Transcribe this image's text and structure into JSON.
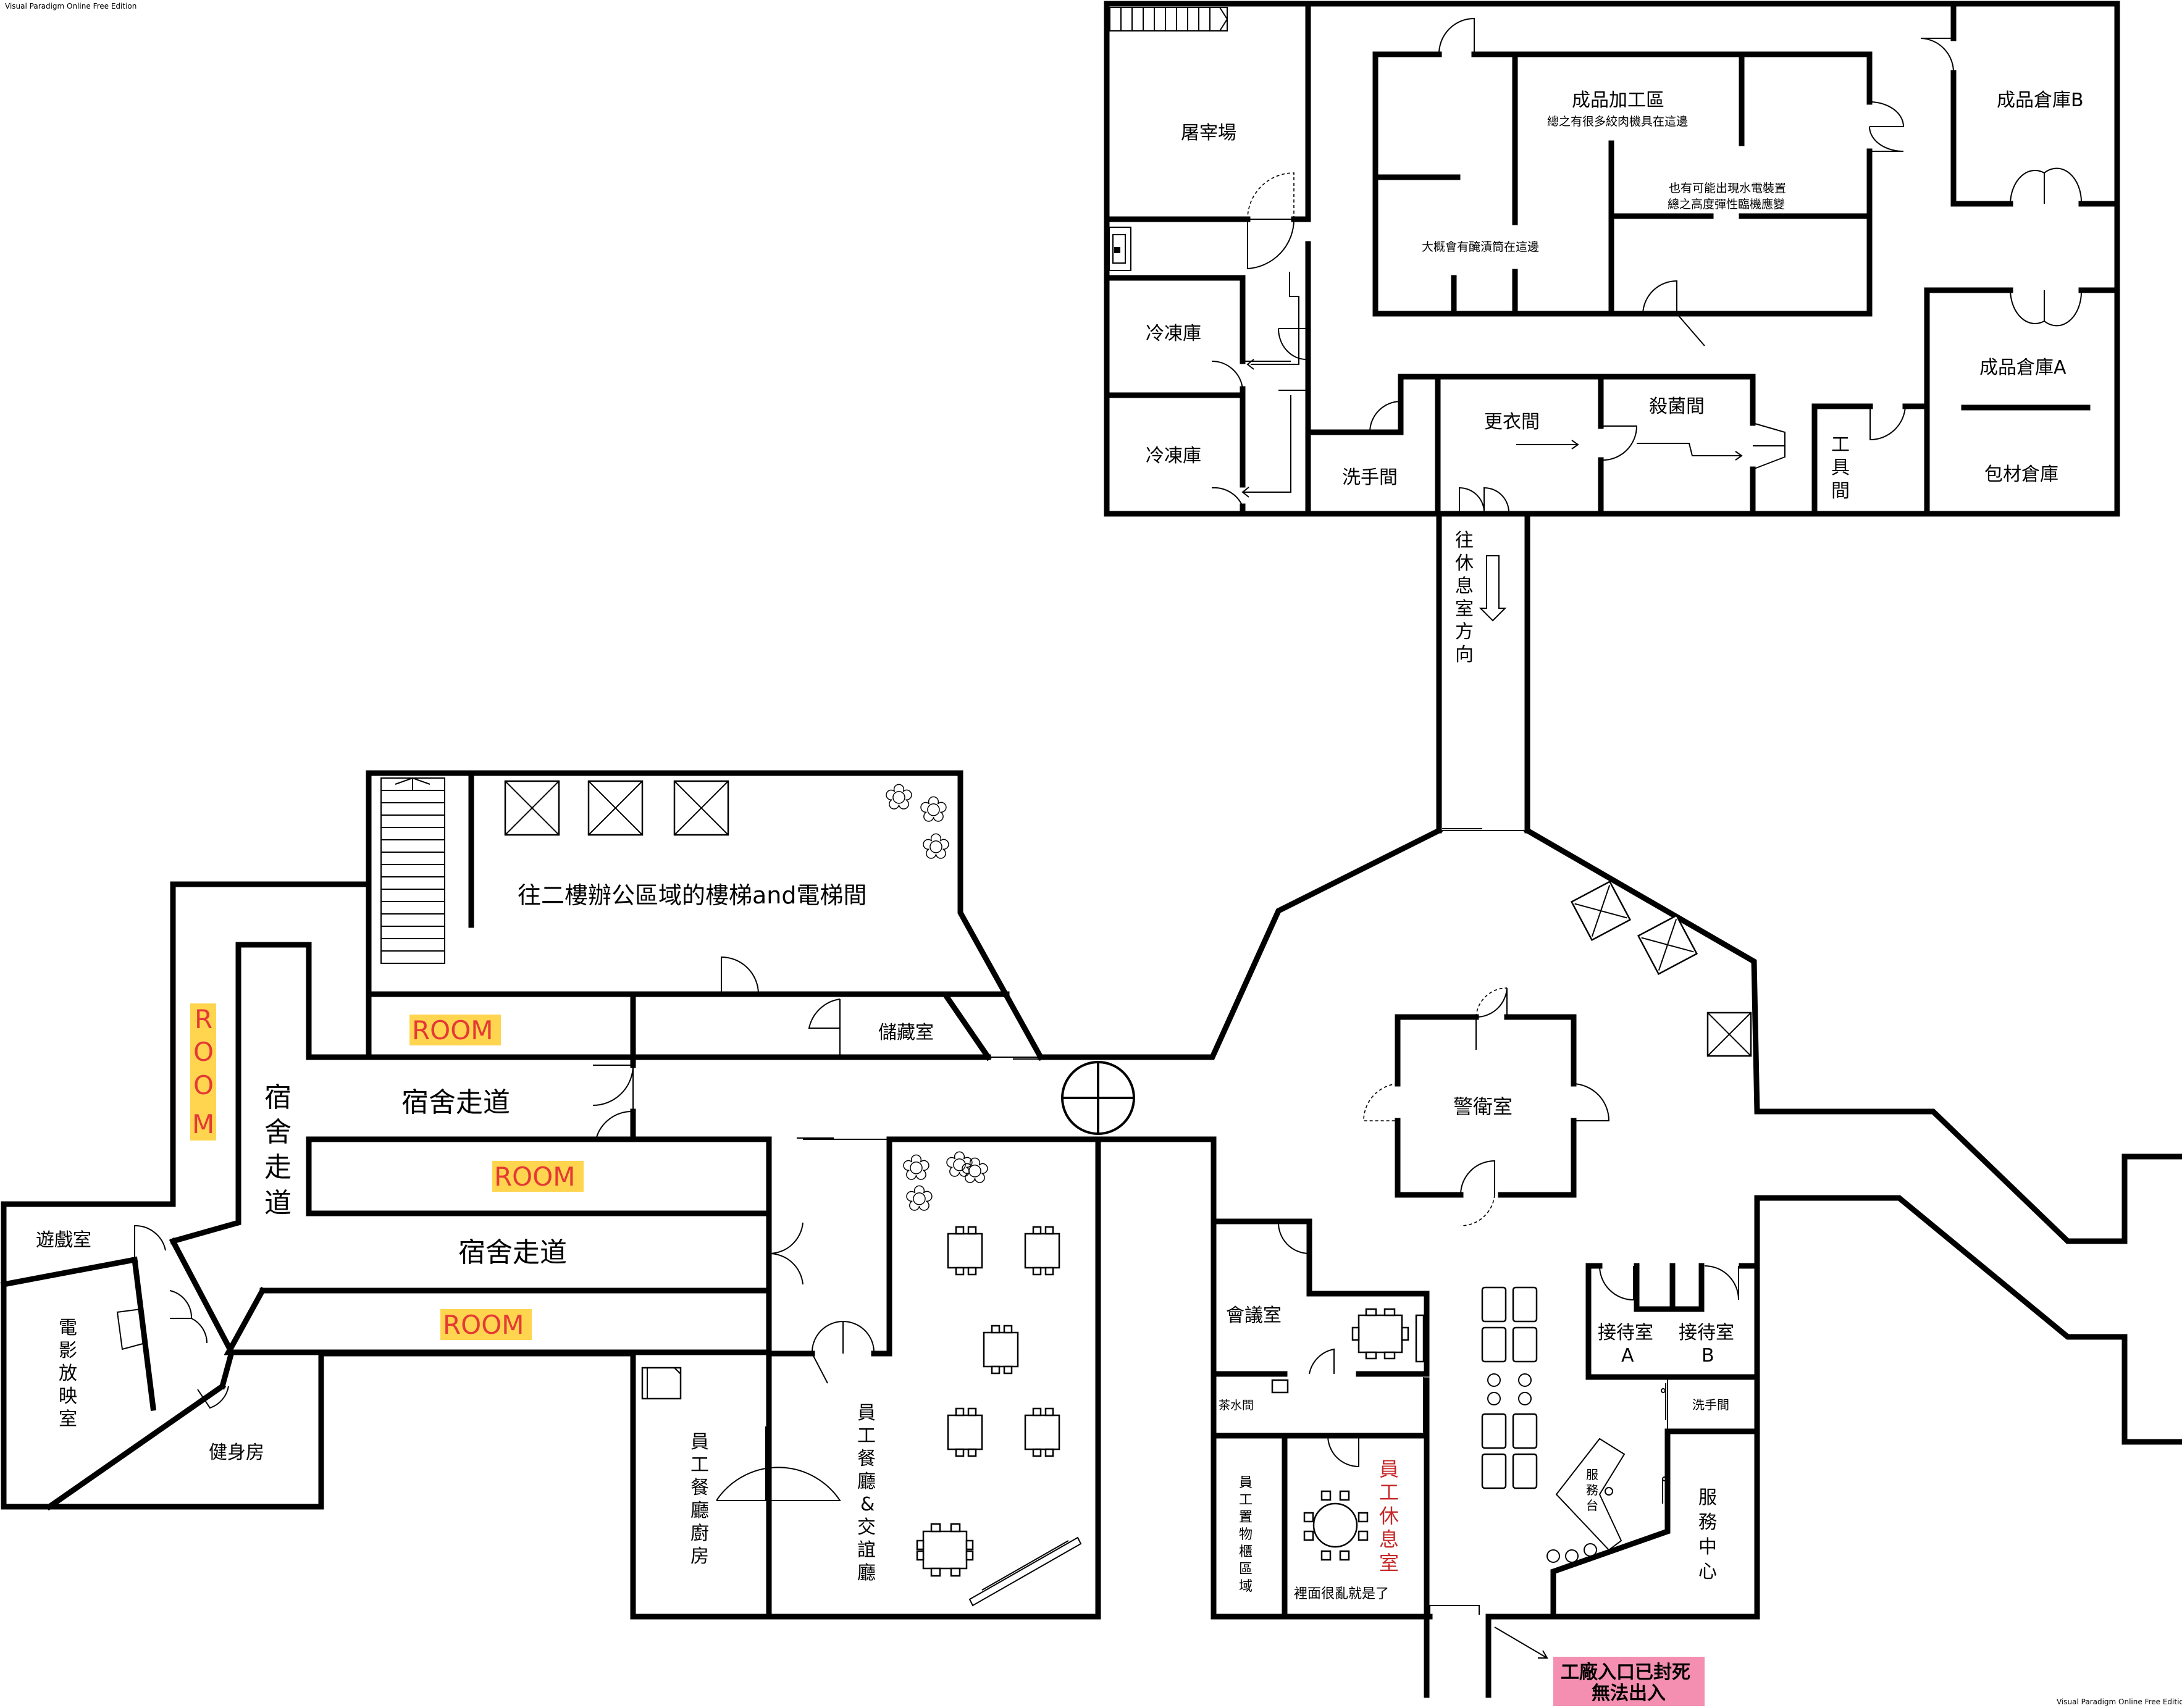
{
  "watermark": "Visual Paradigm Online Free Edition",
  "rooms": {
    "slaughter": "屠宰場",
    "processing_title": "成品加工區",
    "processing_note1": "總之有很多絞肉機具在這邊",
    "processing_note2": "也有可能出現水電裝置",
    "processing_note3": "總之高度彈性臨機應變",
    "processing_note4": "大概會有醃漬筒在這邊",
    "warehouse_b": "成品倉庫B",
    "warehouse_a": "成品倉庫A",
    "packaging": "包材倉庫",
    "freezer1": "冷凍庫",
    "freezer2": "冷凍庫",
    "washroom": "洗手間",
    "locker": "更衣間",
    "sterilize": "殺菌間",
    "tool1": "工",
    "tool2": "具",
    "tool3": "間",
    "to_lounge": [
      "往",
      "休",
      "息",
      "室",
      "方",
      "向"
    ],
    "stairs": "往二樓辦公區域的樓梯and電梯間",
    "room1": "ROOM",
    "room2": "ROOM",
    "room3": "ROOM",
    "room_vertical": [
      "R",
      "O",
      "O",
      "M"
    ],
    "storage": "儲藏室",
    "dorm_corridor1": "宿舍走道",
    "dorm_corridor2": "宿舍走道",
    "dorm_corridor_vertical": [
      "宿",
      "舍",
      "走",
      "道"
    ],
    "game_room": "遊戲室",
    "cinema": [
      "電",
      "影",
      "放",
      "映",
      "室"
    ],
    "gym": "健身房",
    "kitchen": [
      "員",
      "工",
      "餐",
      "廳",
      "廚",
      "房"
    ],
    "canteen": [
      "員",
      "工",
      "餐",
      "廳",
      "&",
      "交",
      "誼",
      "廳"
    ],
    "guard": "警衛室",
    "meeting": "會議室",
    "tea": "茶水間",
    "lockers_area": [
      "員",
      "工",
      "置",
      "物",
      "櫃",
      "區",
      "域"
    ],
    "lounge": [
      "員",
      "工",
      "休",
      "息",
      "室"
    ],
    "lounge_note": "裡面很亂就是了",
    "reception_a1": "接待室",
    "reception_a2": "A",
    "reception_b1": "接待室",
    "reception_b2": "B",
    "washroom_small": "洗手間",
    "service_desk": [
      "服",
      "務",
      "台"
    ],
    "service_center": [
      "服",
      "務",
      "中",
      "心"
    ],
    "entrance_note1": "工廠入口已封死",
    "entrance_note2": "無法出入"
  },
  "colors": {
    "room_highlight": "#ffd54f",
    "room_text": "#e53935",
    "lounge_text": "#c62828",
    "entrance_fill": "#f48fb1"
  }
}
